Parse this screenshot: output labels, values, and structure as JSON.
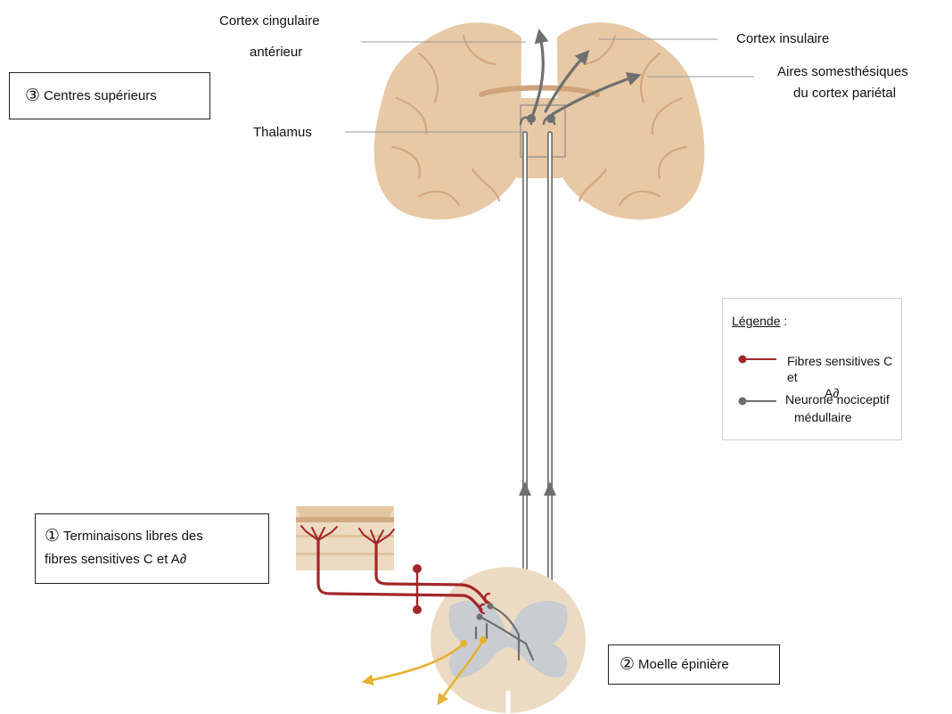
{
  "labels": {
    "cingulate_line1": "Cortex cingulaire",
    "cingulate_line2": "antérieur",
    "insular": "Cortex insulaire",
    "somato_line1": "Aires somesthésiques",
    "somato_line2": "du cortex pariétal",
    "thalamus": "Thalamus"
  },
  "boxes": {
    "higher_centers": {
      "number": "③",
      "text": "Centres supérieurs"
    },
    "terminals": {
      "number": "①",
      "line1": "Terminaisons libres des",
      "line2": "fibres sensitives C et A∂"
    },
    "spinal_cord": {
      "number": "②",
      "text": "Moelle épinière"
    }
  },
  "legend": {
    "title": "Légende",
    "title_suffix": " :",
    "items": [
      {
        "line1": "Fibres sensitives C et",
        "line2": "A∂",
        "color": "#a3262a"
      },
      {
        "line1": "Neurone nociceptif",
        "line2": "médullaire",
        "color": "#6d6d6d"
      }
    ]
  },
  "colors": {
    "brain": "#e8c9a6",
    "brain_dark": "#d9ad85",
    "neuron": "#6f6f6f",
    "fiber": "#a3262a",
    "interneuron": "#e6b233",
    "grey_matter": "#c9ccd1"
  }
}
